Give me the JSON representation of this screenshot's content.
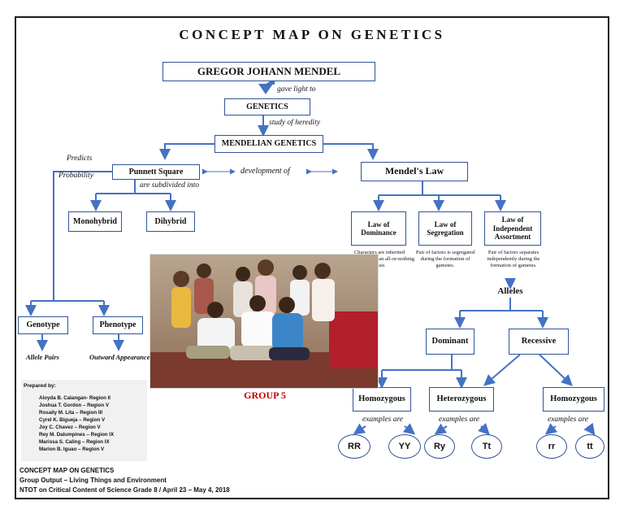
{
  "title": "CONCEPT MAP  ON GENETICS",
  "nodes": {
    "mendel": "GREGOR JOHANN MENDEL",
    "genetics": "GENETICS",
    "mendelian": "MENDELIAN GENETICS",
    "punnett": "Punnett Square",
    "law": "Mendel's Law",
    "monohybrid": "Monohybrid",
    "dihybrid": "Dihybrid",
    "dominance": "Law of Dominance",
    "segregation": "Law of Segregation",
    "independent": "Law of Independent Assortment",
    "genotype": "Genotype",
    "phenotype": "Phenotype",
    "dominant": "Dominant",
    "recessive": "Recessive",
    "homo1": "Homozygous",
    "hetero": "Heterozygous",
    "homo2": "Homozygous",
    "alleles": "Alleles"
  },
  "links": {
    "gave_light": "gave light to",
    "study": "study of heredity",
    "predicts": "Predicts",
    "probability": "Probability",
    "development": "development of",
    "subdivided": "are subdivided into",
    "allele_pairs": "Allele Pairs",
    "outward": "Outward Appearance",
    "examples1": "examples are",
    "examples2": "examples are",
    "examples3": "examples are"
  },
  "descriptions": {
    "dominance": "Characters are inherited alternatively on an all-or-nothing basis",
    "segregation": "Pair of factors is segregated during the formation of gametes.",
    "independent": "Pair of factors separates independently during the formation of gametes."
  },
  "examples": {
    "rr_upper": "RR",
    "yy": "YY",
    "ry": "Ry",
    "tt_upper": "Tt",
    "rr_lower": "rr",
    "tt_lower": "tt"
  },
  "group_label": "GROUP 5",
  "prepared": {
    "heading": "Prepared by:",
    "names": [
      "Aloyda B. Calangan- Region II",
      "Joshua T. Gordon – Region V",
      "Rosaily M. Lita – Region III",
      "Cyrel K. Bigueja – Region V",
      "Joy C. Chavez – Region V",
      "Rey M. Dalumpines – Region IX",
      "Marissa S. Caling – Region IX",
      "Marion B. Iguao – Region V"
    ]
  },
  "footer": {
    "line1": "CONCEPT MAP ON GENETICS",
    "line2": "Group Output – Living Things and Environment",
    "line3": "NTOT on Critical Content of Science Grade 8  / April 23 – May 4, 2018"
  },
  "colors": {
    "line": "#4472c4",
    "box_border": "#2f5597",
    "group_label": "#c00000"
  }
}
